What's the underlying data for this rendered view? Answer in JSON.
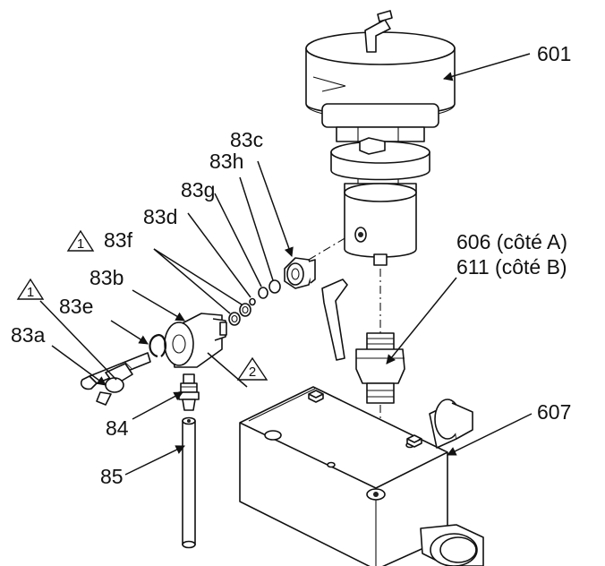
{
  "labels": {
    "l601": "601",
    "l83c": "83c",
    "l83h": "83h",
    "l83g": "83g",
    "l83d": "83d",
    "l83f": "83f",
    "l83b": "83b",
    "l83e": "83e",
    "l83a": "83a",
    "l606": "606 (côté A)",
    "l611": "611 (côté B)",
    "l607": "607",
    "l84": "84",
    "l85": "85"
  },
  "notes": {
    "n1a": "1",
    "n1b": "1",
    "n2": "2"
  }
}
